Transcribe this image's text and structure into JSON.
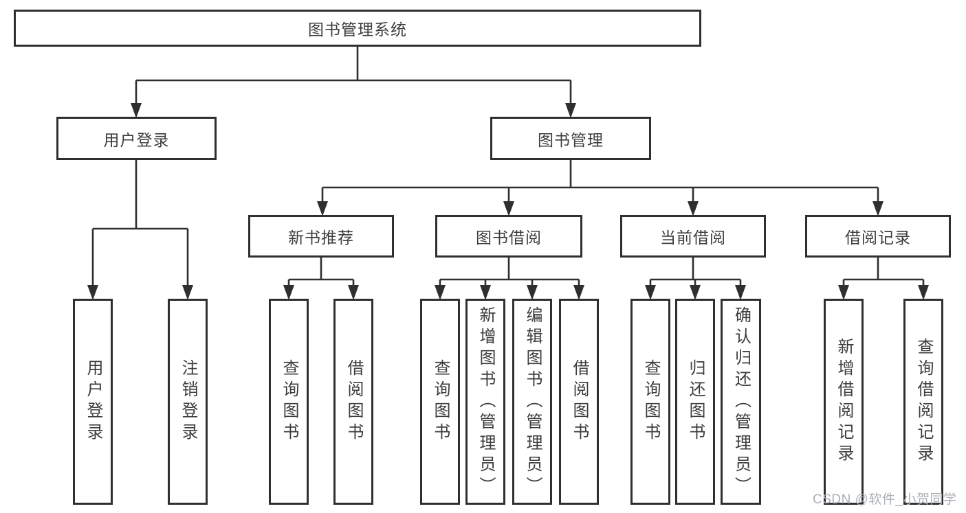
{
  "diagram": {
    "title": "图书管理系统",
    "tree": {
      "root": {
        "label": "图书管理系统"
      },
      "user_login": {
        "label": "用户登录",
        "children": [
          {
            "label": "用户登录"
          },
          {
            "label": "注销登录"
          }
        ]
      },
      "book_mgmt": {
        "label": "图书管理",
        "children": [
          {
            "label": "新书推荐",
            "children": [
              {
                "label": "查询图书"
              },
              {
                "label": "借阅图书"
              }
            ]
          },
          {
            "label": "图书借阅",
            "children": [
              {
                "label": "查询图书"
              },
              {
                "label": "新增图书（管理员）"
              },
              {
                "label": "编辑图书（管理员）"
              },
              {
                "label": "借阅图书"
              }
            ]
          },
          {
            "label": "当前借阅",
            "children": [
              {
                "label": "查询图书"
              },
              {
                "label": "归还图书"
              },
              {
                "label": "确认归还（管理员）"
              }
            ]
          },
          {
            "label": "借阅记录",
            "children": [
              {
                "label": "新增借阅记录"
              },
              {
                "label": "查询借阅记录"
              }
            ]
          }
        ]
      }
    },
    "colors": {
      "line": "#2f2f2f",
      "text": "#3d3d3d",
      "watermark": "#aab0b6",
      "background": "#ffffff"
    },
    "watermark": {
      "text": "CSDN @软件_小贺同学"
    }
  }
}
